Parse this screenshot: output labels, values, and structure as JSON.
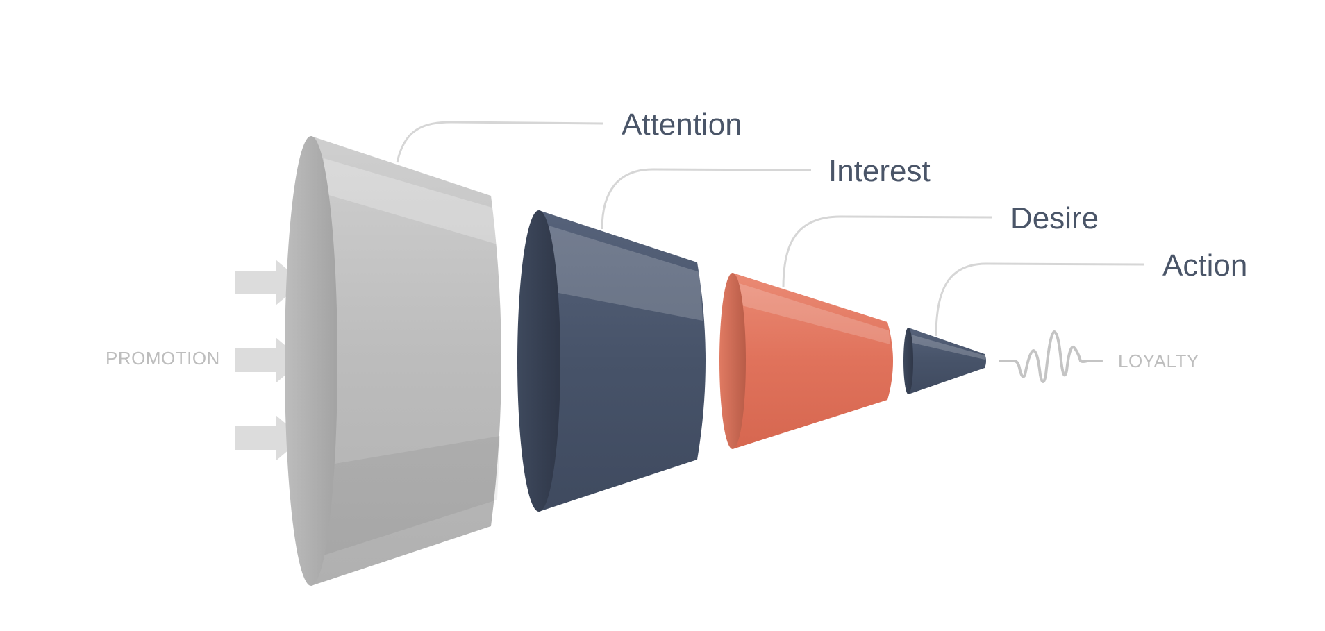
{
  "diagram": {
    "left_label": "PROMOTION",
    "right_label": "LOYALTY",
    "stages": [
      {
        "label": "Attention",
        "color": "#BDBDBD"
      },
      {
        "label": "Interest",
        "color": "#475369"
      },
      {
        "label": "Desire",
        "color": "#E0715A"
      },
      {
        "label": "Action",
        "color": "#475369"
      }
    ],
    "colors": {
      "text": "#4A5568",
      "muted": "#BDBDBD",
      "arrow": "#DCDCDC",
      "connector": "#D6D6D6",
      "background": "#FFFFFF"
    }
  }
}
